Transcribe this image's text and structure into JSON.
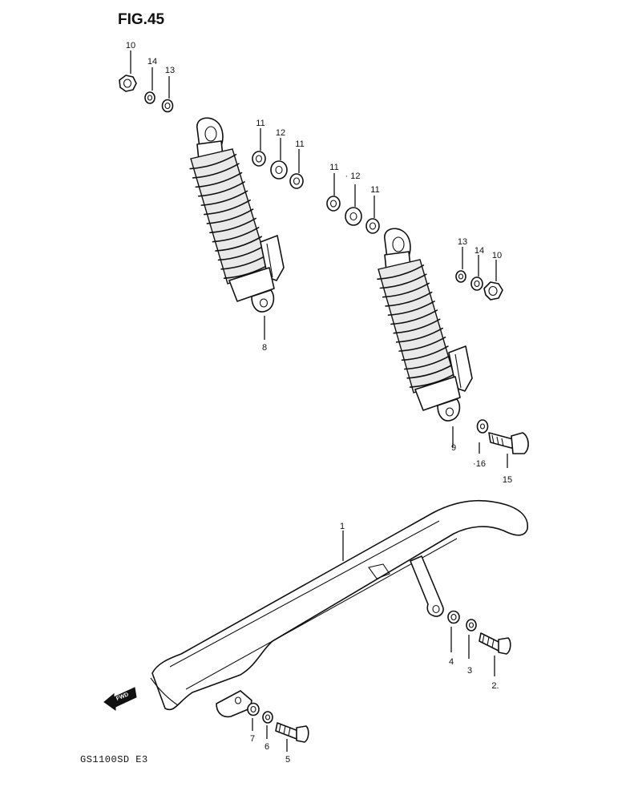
{
  "figure_label": "FIG.45",
  "model_code": "GS1100SD  E3",
  "direction_badge": "FWD",
  "callouts": [
    {
      "id": "c1",
      "text": "1"
    },
    {
      "id": "c2",
      "text": "2."
    },
    {
      "id": "c3",
      "text": "3"
    },
    {
      "id": "c4",
      "text": "4"
    },
    {
      "id": "c5",
      "text": "5"
    },
    {
      "id": "c6",
      "text": "6"
    },
    {
      "id": "c7",
      "text": "7"
    },
    {
      "id": "c8",
      "text": "8"
    },
    {
      "id": "c9",
      "text": "9"
    },
    {
      "id": "c10a",
      "text": "10"
    },
    {
      "id": "c14a",
      "text": "14"
    },
    {
      "id": "c13a",
      "text": "13"
    },
    {
      "id": "c11a",
      "text": "11"
    },
    {
      "id": "c12a",
      "text": "12"
    },
    {
      "id": "c11b",
      "text": "11"
    },
    {
      "id": "c11c",
      "text": "11"
    },
    {
      "id": "c12b",
      "text": "· 12"
    },
    {
      "id": "c11d",
      "text": "11"
    },
    {
      "id": "c13b",
      "text": "13"
    },
    {
      "id": "c14b",
      "text": "14"
    },
    {
      "id": "c10b",
      "text": "10"
    },
    {
      "id": "c16",
      "text": "·16"
    },
    {
      "id": "c15",
      "text": "15"
    }
  ]
}
